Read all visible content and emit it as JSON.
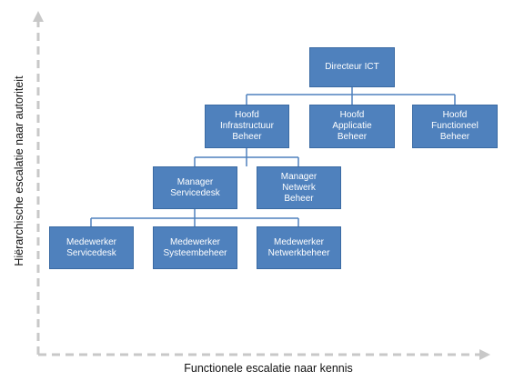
{
  "axes": {
    "y_label": "Hiërarchische escalatie naar autoriteit",
    "x_label": "Functionele escalatie naar kennis"
  },
  "colors": {
    "box_fill": "#4f81bd",
    "box_border": "#3a6aa3",
    "connector": "#4f81bd",
    "axis": "#c8c8c8"
  },
  "org": {
    "directeur": "Directeur ICT",
    "hoofd_infra": "Hoofd\nInfrastructuur\nBeheer",
    "hoofd_applicatie": "Hoofd\nApplicatie\nBeheer",
    "hoofd_functioneel": "Hoofd\nFunctioneel\nBeheer",
    "manager_servicedesk": "Manager\nServicedesk",
    "manager_netwerk": "Manager\nNetwerk\nBeheer",
    "medewerker_servicedesk": "Medewerker\nServicedesk",
    "medewerker_systeembeheer": "Medewerker\nSysteembeheer",
    "medewerker_netwerkbeheer": "Medewerker\nNetwerkbeheer"
  }
}
